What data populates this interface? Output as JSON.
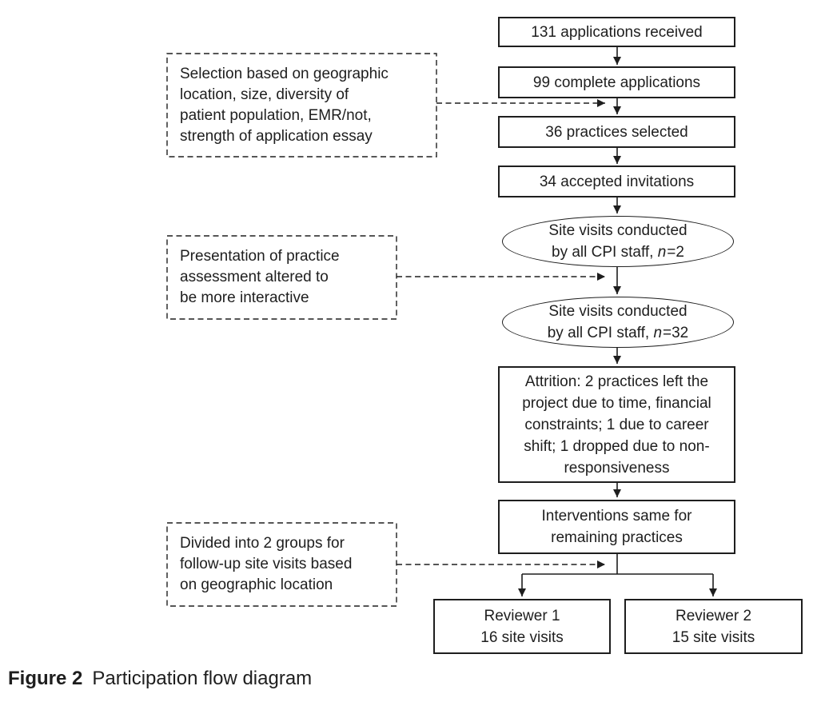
{
  "caption": {
    "label": "Figure 2",
    "text": "Participation flow diagram"
  },
  "colors": {
    "ink": "#1e1e1e",
    "background": "#ffffff"
  },
  "flow": {
    "applications_received": "131 applications received",
    "complete_applications": "99 complete applications",
    "practices_selected": "36 practices selected",
    "accepted_invitations": "34 accepted invitations",
    "site_visits_initial": {
      "line1": "Site visits conducted",
      "line2_prefix": "by all CPI staff, ",
      "variable": "n",
      "value": "=2"
    },
    "site_visits_all": {
      "line1": "Site visits conducted",
      "line2_prefix": "by all CPI staff, ",
      "variable": "n",
      "value": "=32"
    },
    "attrition": {
      "lines": [
        "Attrition: 2 practices left the",
        "project due to time, financial",
        "constraints; 1 due to career",
        "shift; 1 dropped due to non-",
        "responsiveness"
      ]
    },
    "interventions": {
      "lines": [
        "Interventions same for",
        "remaining practices"
      ]
    },
    "reviewer_1": {
      "line1": "Reviewer 1",
      "line2": "16 site visits"
    },
    "reviewer_2": {
      "line1": "Reviewer 2",
      "line2": "15 site visits"
    }
  },
  "annotations": [
    {
      "lines": [
        "Selection based on geographic",
        "location, size, diversity of",
        "patient population, EMR/not,",
        "strength of application essay"
      ]
    },
    {
      "lines": [
        "Presentation of practice",
        "assessment altered to",
        "be more interactive"
      ]
    },
    {
      "lines": [
        "Divided into 2 groups for",
        "follow-up site visits based",
        "on geographic location"
      ]
    }
  ]
}
